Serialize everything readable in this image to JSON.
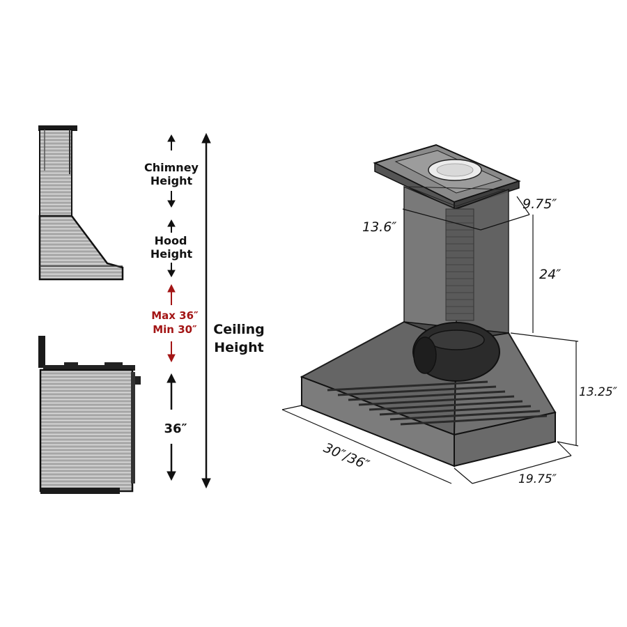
{
  "labels": {
    "chimney_height_1": "Chimney",
    "chimney_height_2": "Height",
    "hood_height_1": "Hood",
    "hood_height_2": "Height",
    "max_clearance": "Max 36″",
    "min_clearance": "Min 30″",
    "ceiling_height_1": "Ceiling",
    "ceiling_height_2": "Height",
    "counter_height": "36″"
  },
  "dimensions": {
    "chimney_width": "9.75″",
    "chimney_depth": "13.6″",
    "chimney_height": "24″",
    "hood_height": "13.25″",
    "hood_width": "30″/36″",
    "hood_depth": "19.75″"
  },
  "colors": {
    "clearance_red": "#a31515",
    "ink": "#111111"
  }
}
